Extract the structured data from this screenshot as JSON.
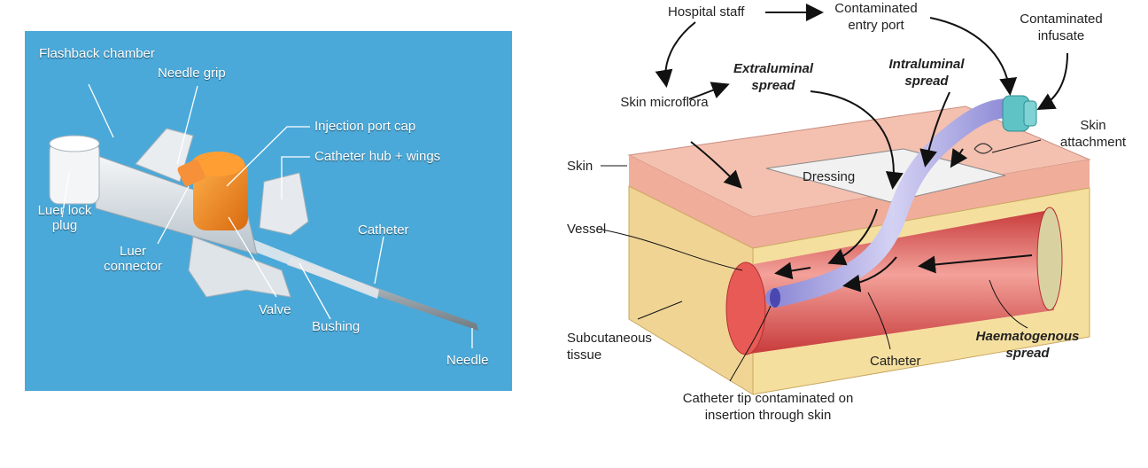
{
  "left_panel": {
    "labels": {
      "flashback_chamber": "Flashback chamber",
      "needle_grip": "Needle grip",
      "injection_port_cap": "Injection port cap",
      "catheter_hub_wings": "Catheter hub + wings",
      "luer_lock_plug": "Luer lock plug",
      "luer_connector": "Luer connector",
      "catheter": "Catheter",
      "valve": "Valve",
      "bushing": "Bushing",
      "needle": "Needle"
    },
    "colors": {
      "background": "#4aa9d9",
      "port_cap": "#f28a1e",
      "wings": "#dde3e8"
    }
  },
  "right_panel": {
    "labels": {
      "hospital_staff": "Hospital staff",
      "contaminated_entry_port": "Contaminated entry port",
      "contaminated_infusate": "Contaminated infusate",
      "extraluminal_spread": "Extraluminal spread",
      "intraluminal_spread": "Intraluminal spread",
      "skin_microflora": "Skin microflora",
      "skin_attachment": "Skin attachment",
      "skin": "Skin",
      "dressing": "Dressing",
      "vessel": "Vessel",
      "subcutaneous_tissue": "Subcutaneous tissue",
      "catheter": "Catheter",
      "haematogenous_spread": "Haematogenous spread",
      "catheter_tip_contaminated": "Catheter tip contaminated on insertion through skin"
    },
    "colors": {
      "skin": "#f2b7a6",
      "subcutaneous": "#f1d79a",
      "vessel": "#e9605a",
      "catheter": "#b9b6e8",
      "hub": "#5fc2c4"
    }
  }
}
